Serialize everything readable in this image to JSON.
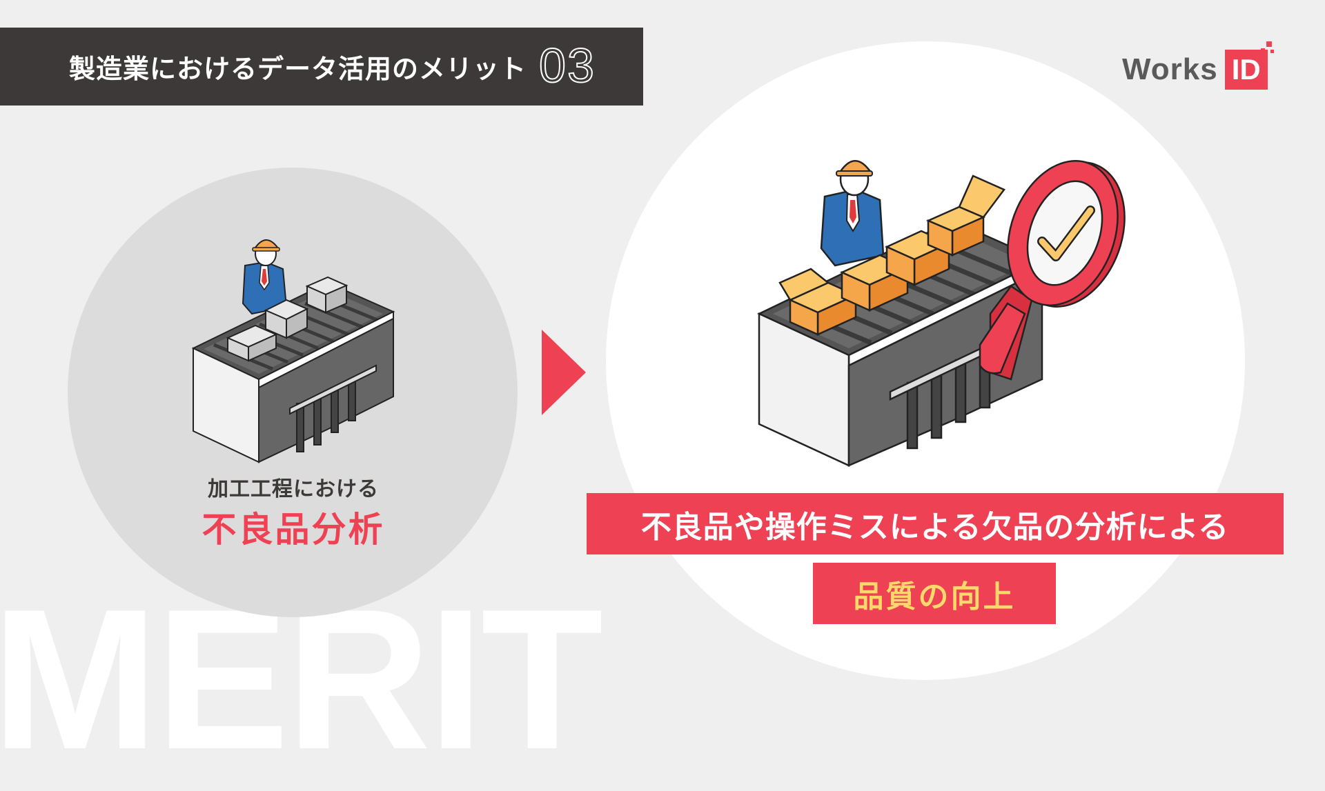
{
  "watermark": "MERIT",
  "header": {
    "title": "製造業におけるデータ活用のメリット",
    "number": "03"
  },
  "logo": {
    "text": "Works",
    "badge": "ID"
  },
  "left": {
    "subtitle": "加工工程における",
    "title": "不良品分析"
  },
  "right": {
    "banner_line1": "不良品や操作ミスによる欠品の分析による",
    "banner_line2": "品質の向上"
  },
  "colors": {
    "accent": "#ee4254",
    "dark": "#3d3938",
    "highlight": "#ffd86b",
    "box": "#f5a54a"
  },
  "icons": [
    "worker-icon",
    "conveyor-icon",
    "box-icon",
    "magnifier-check-icon",
    "arrow-right-icon"
  ]
}
